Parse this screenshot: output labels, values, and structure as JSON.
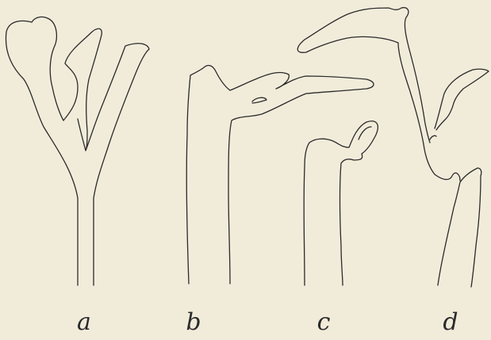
{
  "figure": {
    "background": "#f1ecda",
    "ink": "#2a2a2a",
    "labels": [
      "a",
      "b",
      "c",
      "d"
    ]
  }
}
